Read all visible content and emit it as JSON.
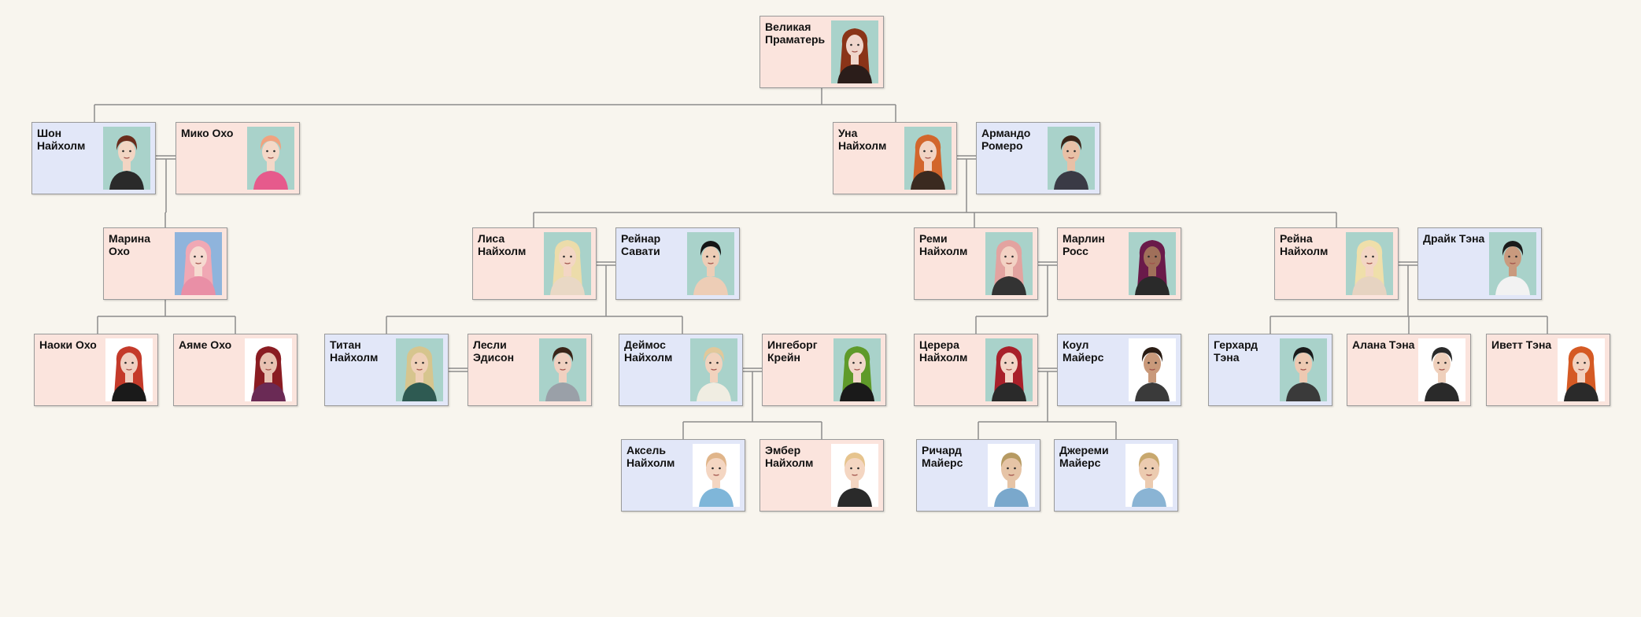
{
  "people": [
    {
      "id": "p1",
      "name": "Великая\nПраматерь",
      "gender": "f",
      "bg": "#a9d2ca",
      "skin": "#f0d6cc",
      "hair": "#8a3418",
      "hairLong": true,
      "shirt": "#2b1d1a"
    },
    {
      "id": "p2",
      "name": "Шон\nНайхолм",
      "gender": "m",
      "bg": "#a9d2ca",
      "skin": "#f2d5c3",
      "hair": "#6a2c1c",
      "hairLong": false,
      "shirt": "#2a2a2a"
    },
    {
      "id": "p3",
      "name": "Мико Охо",
      "gender": "f",
      "bg": "#a9d2ca",
      "skin": "#f4d8c8",
      "hair": "#f1a27f",
      "hairLong": false,
      "shirt": "#e65a8c"
    },
    {
      "id": "p4",
      "name": "Уна\nНайхолм",
      "gender": "f",
      "bg": "#a9d2ca",
      "skin": "#f2d4c4",
      "hair": "#d2662c",
      "hairLong": true,
      "shirt": "#3a2a20"
    },
    {
      "id": "p5",
      "name": "Армандо\nРомеро",
      "gender": "m",
      "bg": "#a9d2ca",
      "skin": "#e8c0a6",
      "hair": "#3b2418",
      "hairLong": false,
      "shirt": "#3a3a45"
    },
    {
      "id": "p6",
      "name": "Марина\nОхо",
      "gender": "f",
      "bg": "#8fb4dc",
      "skin": "#f6dad0",
      "hair": "#f0a8b4",
      "hairLong": true,
      "shirt": "#e98fa6"
    },
    {
      "id": "p7",
      "name": "Лиса\nНайхолм",
      "gender": "f",
      "bg": "#a9d2ca",
      "skin": "#f3d6c4",
      "hair": "#ecdcaa",
      "hairLong": true,
      "shirt": "#e9d8c5"
    },
    {
      "id": "p8",
      "name": "Рейнар\nСавати",
      "gender": "m",
      "bg": "#a9d2ca",
      "skin": "#edcdb6",
      "hair": "#151515",
      "hairLong": false,
      "shirt": "#edcdb6"
    },
    {
      "id": "p9",
      "name": "Реми\nНайхолм",
      "gender": "f",
      "bg": "#a9d2ca",
      "skin": "#f3d2c4",
      "hair": "#e3a3a0",
      "hairLong": true,
      "shirt": "#333333"
    },
    {
      "id": "p10",
      "name": "Марлин\nРосс",
      "gender": "f",
      "bg": "#a9d2ca",
      "skin": "#a0705a",
      "hair": "#6a1a4a",
      "hairLong": true,
      "shirt": "#2a2a2a"
    },
    {
      "id": "p11",
      "name": "Рейна\nНайхолм",
      "gender": "f",
      "bg": "#a9d2ca",
      "skin": "#f3d6c4",
      "hair": "#efdfaa",
      "hairLong": true,
      "shirt": "#e6d3c1"
    },
    {
      "id": "p12",
      "name": "Драйк Тэна",
      "gender": "m",
      "bg": "#a9d2ca",
      "skin": "#c99a7e",
      "hair": "#1a1a1a",
      "hairLong": false,
      "shirt": "#f2f2f2"
    },
    {
      "id": "p13",
      "name": "Наоки Охо",
      "gender": "f",
      "bg": "#ffffff",
      "skin": "#f0d0c2",
      "hair": "#c43a2a",
      "hairLong": true,
      "shirt": "#1a1a1a"
    },
    {
      "id": "p14",
      "name": "Аяме Охо",
      "gender": "f",
      "bg": "#ffffff",
      "skin": "#e8c2b2",
      "hair": "#8a1c22",
      "hairLong": true,
      "shirt": "#6a2a55"
    },
    {
      "id": "p15",
      "name": "Титан\nНайхолм",
      "gender": "m",
      "bg": "#a9d2ca",
      "skin": "#efd0b8",
      "hair": "#d6c58e",
      "hairLong": true,
      "shirt": "#2e5a52"
    },
    {
      "id": "p16",
      "name": "Лесли\nЭдисон",
      "gender": "f",
      "bg": "#a9d2ca",
      "skin": "#f0d0c0",
      "hair": "#3a2418",
      "hairLong": false,
      "shirt": "#9aa0a8"
    },
    {
      "id": "p17",
      "name": "Деймос\nНайхолм",
      "gender": "m",
      "bg": "#a9d2ca",
      "skin": "#f1d2bd",
      "hair": "#e2c89a",
      "hairLong": false,
      "shirt": "#f0ede2"
    },
    {
      "id": "p18",
      "name": "Ингеборг\nКрейн",
      "gender": "f",
      "bg": "#a9d2ca",
      "skin": "#f2d8cc",
      "hair": "#5f9a2a",
      "hairLong": true,
      "shirt": "#1a1a1a"
    },
    {
      "id": "p19",
      "name": "Церера\nНайхолм",
      "gender": "f",
      "bg": "#a9d2ca",
      "skin": "#f2d4c6",
      "hair": "#a8202a",
      "hairLong": true,
      "shirt": "#2a2a2a"
    },
    {
      "id": "p20",
      "name": "Коул\nМайерс",
      "gender": "m",
      "bg": "#ffffff",
      "skin": "#c9997a",
      "hair": "#2a1c14",
      "hairLong": false,
      "shirt": "#3a3a3a"
    },
    {
      "id": "p21",
      "name": "Герхард\nТэна",
      "gender": "m",
      "bg": "#a9d2ca",
      "skin": "#edc9b2",
      "hair": "#1a1a1a",
      "hairLong": false,
      "shirt": "#3a3a3a"
    },
    {
      "id": "p22",
      "name": "Алана Тэна",
      "gender": "f",
      "bg": "#ffffff",
      "skin": "#efd0bc",
      "hair": "#2a2a2a",
      "hairLong": false,
      "shirt": "#2a2a2a"
    },
    {
      "id": "p23",
      "name": "Иветт Тэна",
      "gender": "f",
      "bg": "#ffffff",
      "skin": "#f2d2c0",
      "hair": "#d55a24",
      "hairLong": true,
      "shirt": "#2a2a2a"
    },
    {
      "id": "p24",
      "name": "Аксель\nНайхолм",
      "gender": "m",
      "bg": "#ffffff",
      "skin": "#f4d6c2",
      "hair": "#e0b58a",
      "hairLong": false,
      "shirt": "#7fb6d9",
      "child": true
    },
    {
      "id": "p25",
      "name": "Эмбер\nНайхолм",
      "gender": "f",
      "bg": "#ffffff",
      "skin": "#f4d6c2",
      "hair": "#e6c48e",
      "hairLong": false,
      "shirt": "#2a2a2a",
      "child": true
    },
    {
      "id": "p26",
      "name": "Ричард\nМайерс",
      "gender": "m",
      "bg": "#ffffff",
      "skin": "#e6c4a6",
      "hair": "#b69a62",
      "hairLong": false,
      "shirt": "#7aa8cc",
      "child": true
    },
    {
      "id": "p27",
      "name": "Джереми\nМайерс",
      "gender": "m",
      "bg": "#ffffff",
      "skin": "#eccbb0",
      "hair": "#c8a86e",
      "hairLong": false,
      "shirt": "#8ab4d4",
      "child": true
    }
  ],
  "colors": {
    "female_card": "#fbe4dd",
    "male_card": "#e2e7f8",
    "line": "#8c8c8c",
    "background": "#f8f5ee"
  }
}
